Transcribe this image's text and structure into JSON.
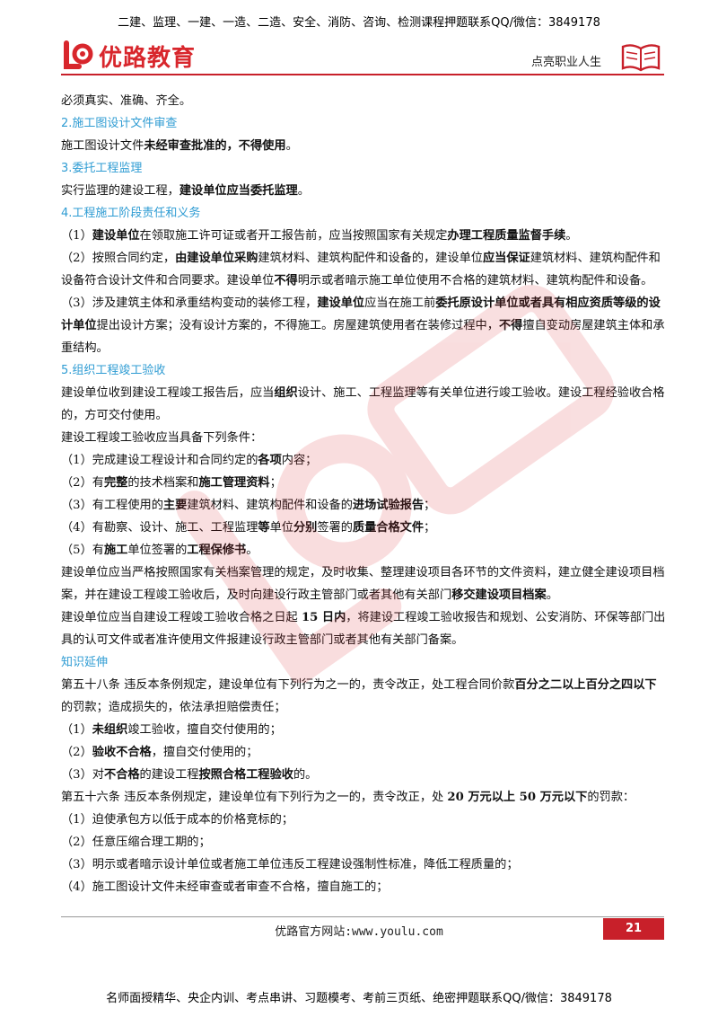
{
  "top_banner": "二建、监理、一建、一造、二造、安全、消防、咨询、检测课程押题联系QQ/微信：3849178",
  "logo_text": "优路教育",
  "slogan": "点亮职业人生",
  "lines": [
    {
      "type": "p",
      "segs": [
        {
          "t": "必须真实、准确、齐全。"
        }
      ]
    },
    {
      "type": "h",
      "segs": [
        {
          "t": "2.施工图设计文件审查"
        }
      ]
    },
    {
      "type": "p",
      "segs": [
        {
          "t": "施工图设计文件"
        },
        {
          "t": "未经审查批准的，不得使用",
          "b": true
        },
        {
          "t": "。"
        }
      ]
    },
    {
      "type": "h",
      "segs": [
        {
          "t": "3.委托工程监理"
        }
      ]
    },
    {
      "type": "p",
      "segs": [
        {
          "t": "实行监理的建设工程，"
        },
        {
          "t": "建设单位应当委托监理",
          "b": true
        },
        {
          "t": "。"
        }
      ]
    },
    {
      "type": "h",
      "segs": [
        {
          "t": "4.工程施工阶段责任和义务"
        }
      ]
    },
    {
      "type": "p",
      "segs": [
        {
          "t": "（1）"
        },
        {
          "t": "建设单位",
          "b": true
        },
        {
          "t": "在领取施工许可证或者开工报告前，应当按照国家有关规定"
        },
        {
          "t": "办理工程质量监督手续",
          "b": true
        },
        {
          "t": "。"
        }
      ]
    },
    {
      "type": "p",
      "segs": [
        {
          "t": "（2）按照合同约定，"
        },
        {
          "t": "由建设单位采购",
          "b": true
        },
        {
          "t": "建筑材料、建筑构配件和设备的，建设单位"
        },
        {
          "t": "应当保证",
          "b": true
        },
        {
          "t": "建筑材料、建筑构配件和设备符合设计文件和合同要求。建设单位"
        },
        {
          "t": "不得",
          "b": true
        },
        {
          "t": "明示或者暗示施工单位使用不合格的建筑材料、建筑构配件和设备。"
        }
      ]
    },
    {
      "type": "p",
      "segs": [
        {
          "t": "（3）涉及建筑主体和承重结构变动的装修工程，"
        },
        {
          "t": "建设单位",
          "b": true
        },
        {
          "t": "应当在施工前"
        },
        {
          "t": "委托原设计单位或者具有相应资质等级的设计单位",
          "b": true
        },
        {
          "t": "提出设计方案；没有设计方案的，不得施工。房屋建筑使用者在装修过程中，"
        },
        {
          "t": "不得",
          "b": true
        },
        {
          "t": "擅自变动房屋建筑主体和承重结构。"
        }
      ]
    },
    {
      "type": "h",
      "segs": [
        {
          "t": "5.组织工程竣工验收"
        }
      ]
    },
    {
      "type": "p",
      "segs": [
        {
          "t": "建设单位收到建设工程竣工报告后，应当"
        },
        {
          "t": "组织",
          "b": true
        },
        {
          "t": "设计、施工、工程监理等有关单位进行竣工验收。建设工程经验收合格的，方可交付使用。"
        }
      ]
    },
    {
      "type": "p",
      "segs": [
        {
          "t": "建设工程竣工验收应当具备下列条件："
        }
      ]
    },
    {
      "type": "p",
      "segs": [
        {
          "t": "（1）完成建设工程设计和合同约定的"
        },
        {
          "t": "各项",
          "b": true
        },
        {
          "t": "内容；"
        }
      ]
    },
    {
      "type": "p",
      "segs": [
        {
          "t": "（2）有"
        },
        {
          "t": "完整",
          "b": true
        },
        {
          "t": "的技术档案和"
        },
        {
          "t": "施工管理资料",
          "b": true
        },
        {
          "t": "；"
        }
      ]
    },
    {
      "type": "p",
      "segs": [
        {
          "t": "（3）有工程使用的"
        },
        {
          "t": "主要",
          "b": true
        },
        {
          "t": "建筑材料、建筑构配件和设备的"
        },
        {
          "t": "进场试验报告",
          "b": true
        },
        {
          "t": "；"
        }
      ]
    },
    {
      "type": "p",
      "segs": [
        {
          "t": "（4）有勘察、设计、施工、工程监理"
        },
        {
          "t": "等",
          "b": true
        },
        {
          "t": "单位"
        },
        {
          "t": "分别",
          "b": true
        },
        {
          "t": "签署的"
        },
        {
          "t": "质量合格文件",
          "b": true
        },
        {
          "t": "；"
        }
      ]
    },
    {
      "type": "p",
      "segs": [
        {
          "t": "（5）有"
        },
        {
          "t": "施工",
          "b": true
        },
        {
          "t": "单位签署的"
        },
        {
          "t": "工程保修书",
          "b": true
        },
        {
          "t": "。"
        }
      ]
    },
    {
      "type": "p",
      "segs": [
        {
          "t": "建设单位应当严格按照国家有关档案管理的规定，及时收集、整理建设项目各环节的文件资料，建立健全建设项目档案，并在建设工程竣工验收后，及时向建设行政主管部门或者其他有关部门"
        },
        {
          "t": "移交建设项目档案",
          "b": true
        },
        {
          "t": "。"
        }
      ]
    },
    {
      "type": "p",
      "segs": [
        {
          "t": "建设单位应当自建设工程竣工验收合格之日起 "
        },
        {
          "t": "15 日内",
          "b": true
        },
        {
          "t": "，将建设工程竣工验收报告和规划、公安消防、环保等部门出具的认可文件或者准许使用文件报建设行政主管部门或者其他有关部门备案。"
        }
      ]
    },
    {
      "type": "h",
      "segs": [
        {
          "t": "知识延伸"
        }
      ]
    },
    {
      "type": "p",
      "segs": [
        {
          "t": "第五十八条  违反本条例规定，建设单位有下列行为之一的，责令改正，处工程合同价款"
        },
        {
          "t": "百分之二以上百分之四以下",
          "b": true
        },
        {
          "t": "的罚款；造成损失的，依法承担赔偿责任；"
        }
      ]
    },
    {
      "type": "p",
      "segs": [
        {
          "t": "（1）"
        },
        {
          "t": "未组织",
          "b": true
        },
        {
          "t": "竣工验收，擅自交付使用的；"
        }
      ]
    },
    {
      "type": "p",
      "segs": [
        {
          "t": "（2）"
        },
        {
          "t": "验收不合格",
          "b": true
        },
        {
          "t": "，擅自交付使用的；"
        }
      ]
    },
    {
      "type": "p",
      "segs": [
        {
          "t": "（3）对"
        },
        {
          "t": "不合格",
          "b": true
        },
        {
          "t": "的建设工程"
        },
        {
          "t": "按照合格工程验收",
          "b": true
        },
        {
          "t": "的。"
        }
      ]
    },
    {
      "type": "p",
      "segs": [
        {
          "t": "第五十六条  违反本条例规定，建设单位有下列行为之一的，责令改正，处 "
        },
        {
          "t": "20 万元以上 50 万元以下",
          "b": true
        },
        {
          "t": "的罚款："
        }
      ]
    },
    {
      "type": "p",
      "segs": [
        {
          "t": "（1）迫使承包方以低于成本的价格竞标的；"
        }
      ]
    },
    {
      "type": "p",
      "segs": [
        {
          "t": "（2）任意压缩合理工期的；"
        }
      ]
    },
    {
      "type": "p",
      "segs": [
        {
          "t": "（3）明示或者暗示设计单位或者施工单位违反工程建设强制性标准，降低工程质量的；"
        }
      ]
    },
    {
      "type": "p",
      "segs": [
        {
          "t": "（4）施工图设计文件未经审查或者审查不合格，擅自施工的；"
        }
      ]
    }
  ],
  "footer_site": "优路官方网站:www.youlu.com",
  "page_number": "21",
  "bottom_banner": "名师面授精华、央企内训、考点串讲、习题模考、考前三页纸、绝密押题联系QQ/微信：3849178",
  "colors": {
    "brand_red": "#c8202a",
    "heading_blue": "#2f9cd3"
  }
}
